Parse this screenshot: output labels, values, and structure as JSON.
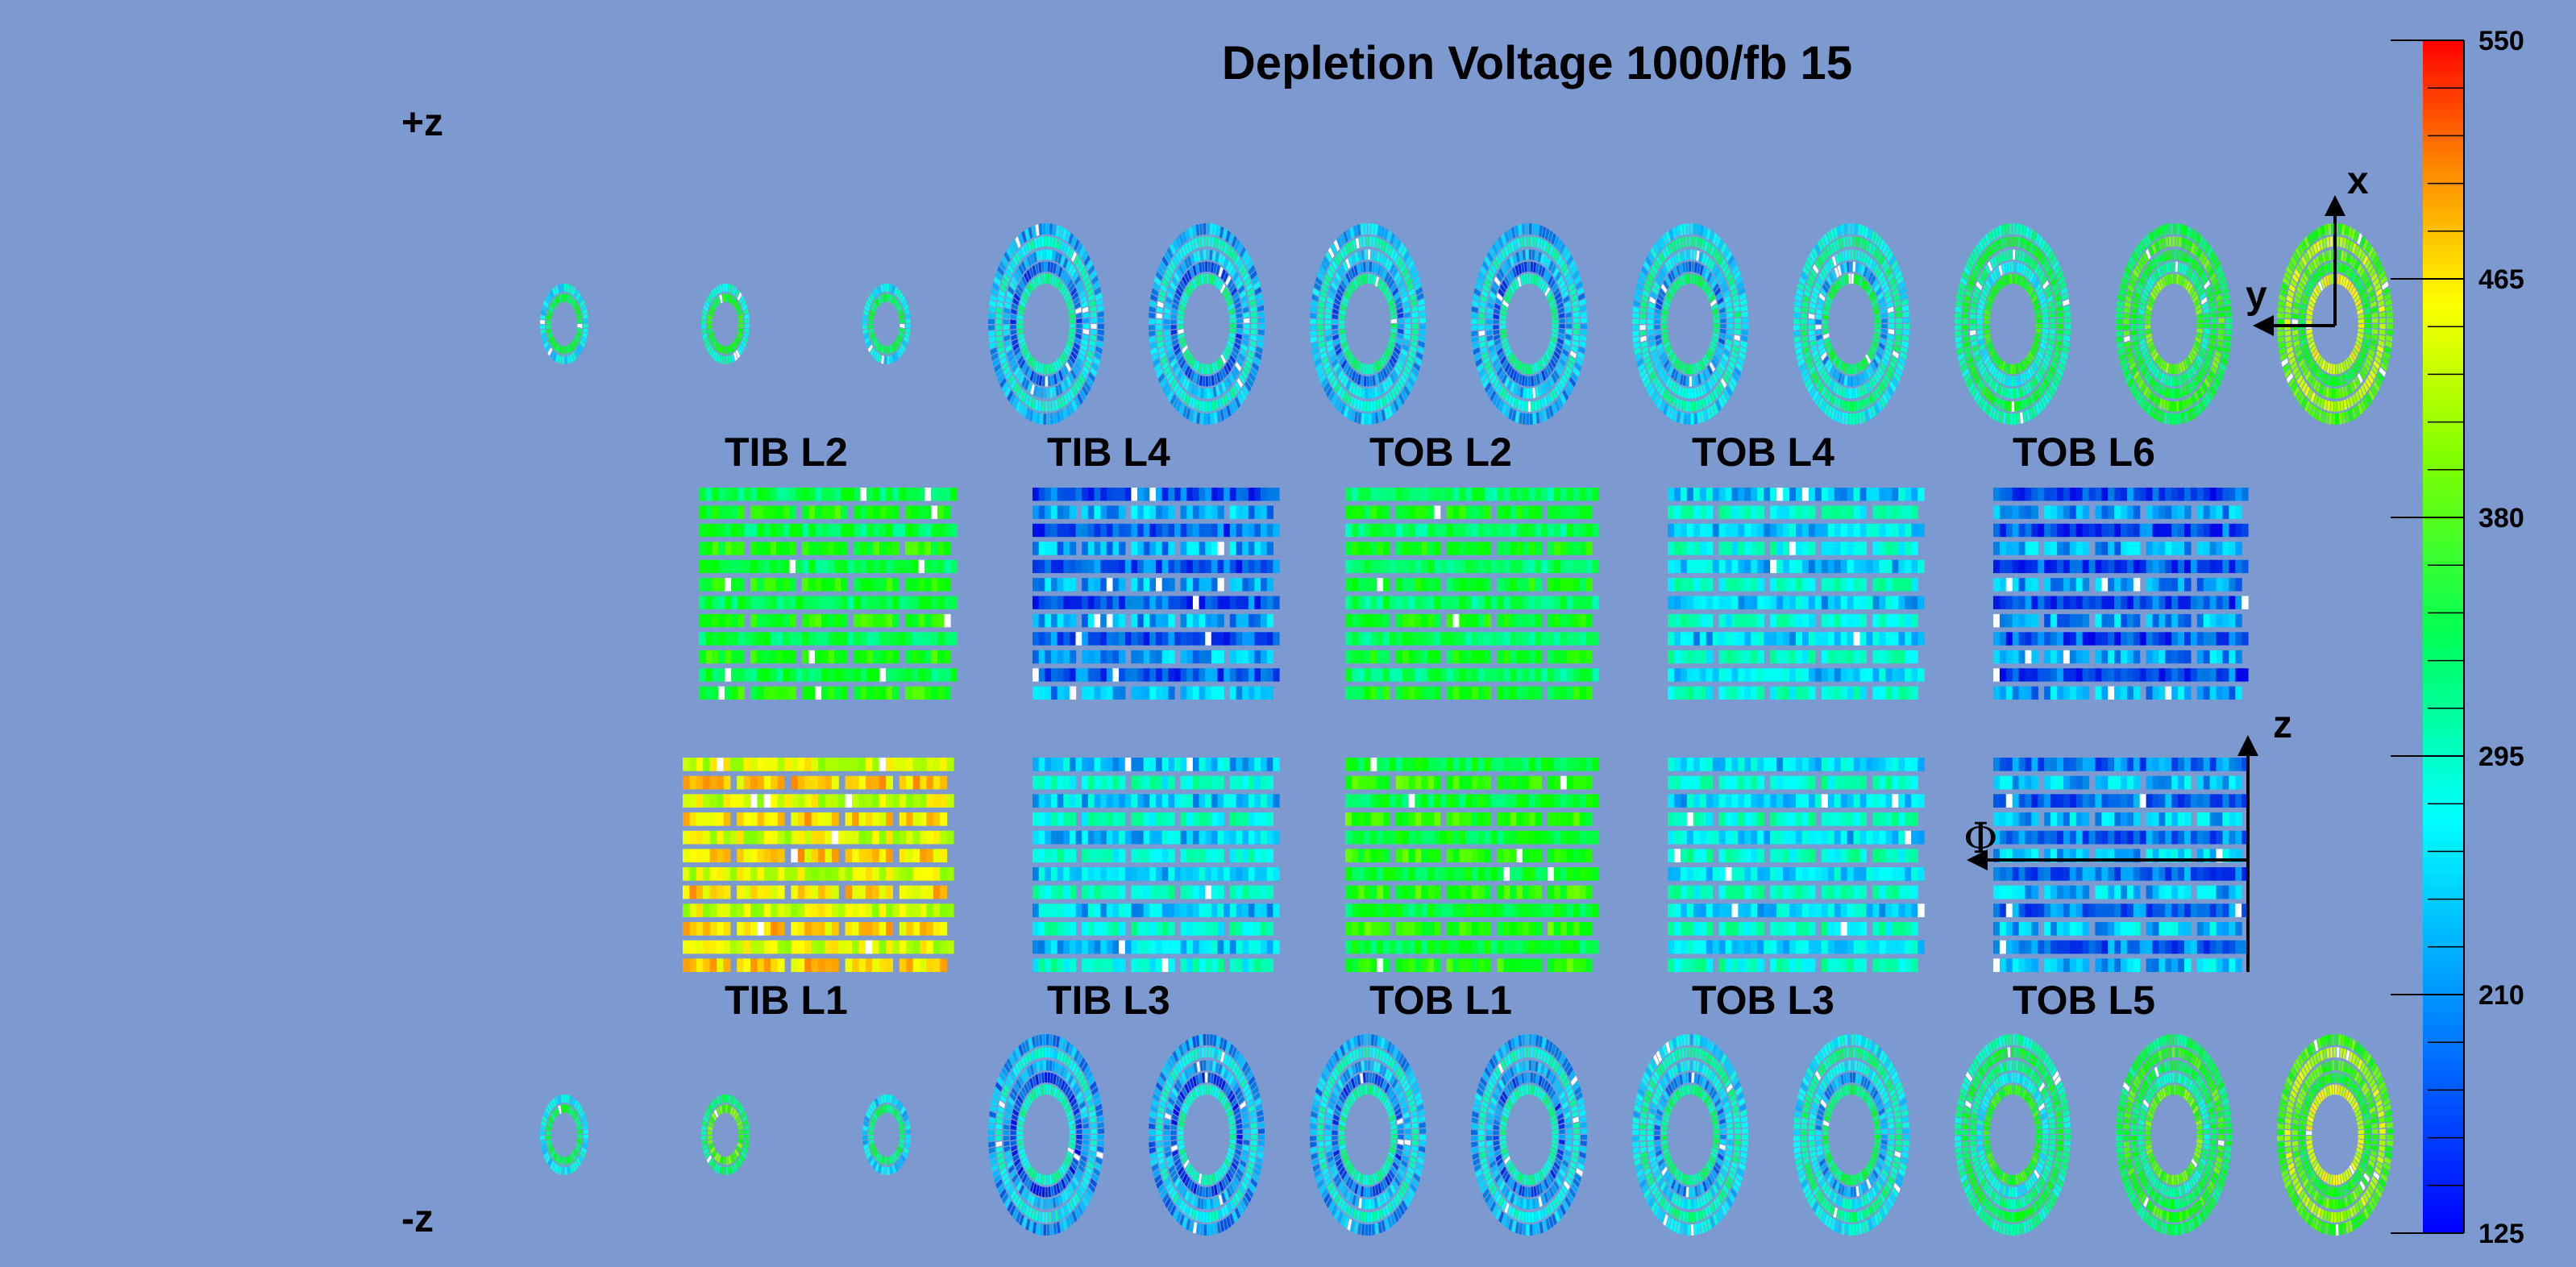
{
  "chart_data": {
    "type": "heatmap",
    "title": "Depletion Voltage 1000/fb 15",
    "side_labels": {
      "plus": "+z",
      "minus": "-z"
    },
    "axes_labels": {
      "x": "x",
      "y": "y",
      "z": "z",
      "phi": "Φ"
    },
    "colorbar": {
      "min": 125,
      "max": 550,
      "ticks": [
        550,
        465,
        380,
        295,
        210,
        125
      ]
    },
    "top_rings": [
      280,
      300,
      280,
      230,
      230,
      240,
      230,
      250,
      265,
      300,
      340,
      390
    ],
    "bottom_rings": [
      280,
      340,
      270,
      220,
      220,
      230,
      230,
      250,
      260,
      300,
      330,
      390
    ],
    "top_layers": [
      {
        "name": "TIB L2",
        "mean": 320
      },
      {
        "name": "TIB L4",
        "mean": 180
      },
      {
        "name": "TOB L2",
        "mean": 310
      },
      {
        "name": "TOB L4",
        "mean": 230
      },
      {
        "name": "TOB L6",
        "mean": 175
      }
    ],
    "bottom_layers": [
      {
        "name": "TIB L1",
        "mean": 440
      },
      {
        "name": "TIB L3",
        "mean": 230
      },
      {
        "name": "TOB L1",
        "mean": 330
      },
      {
        "name": "TOB L3",
        "mean": 235
      },
      {
        "name": "TOB L5",
        "mean": 190
      }
    ]
  }
}
